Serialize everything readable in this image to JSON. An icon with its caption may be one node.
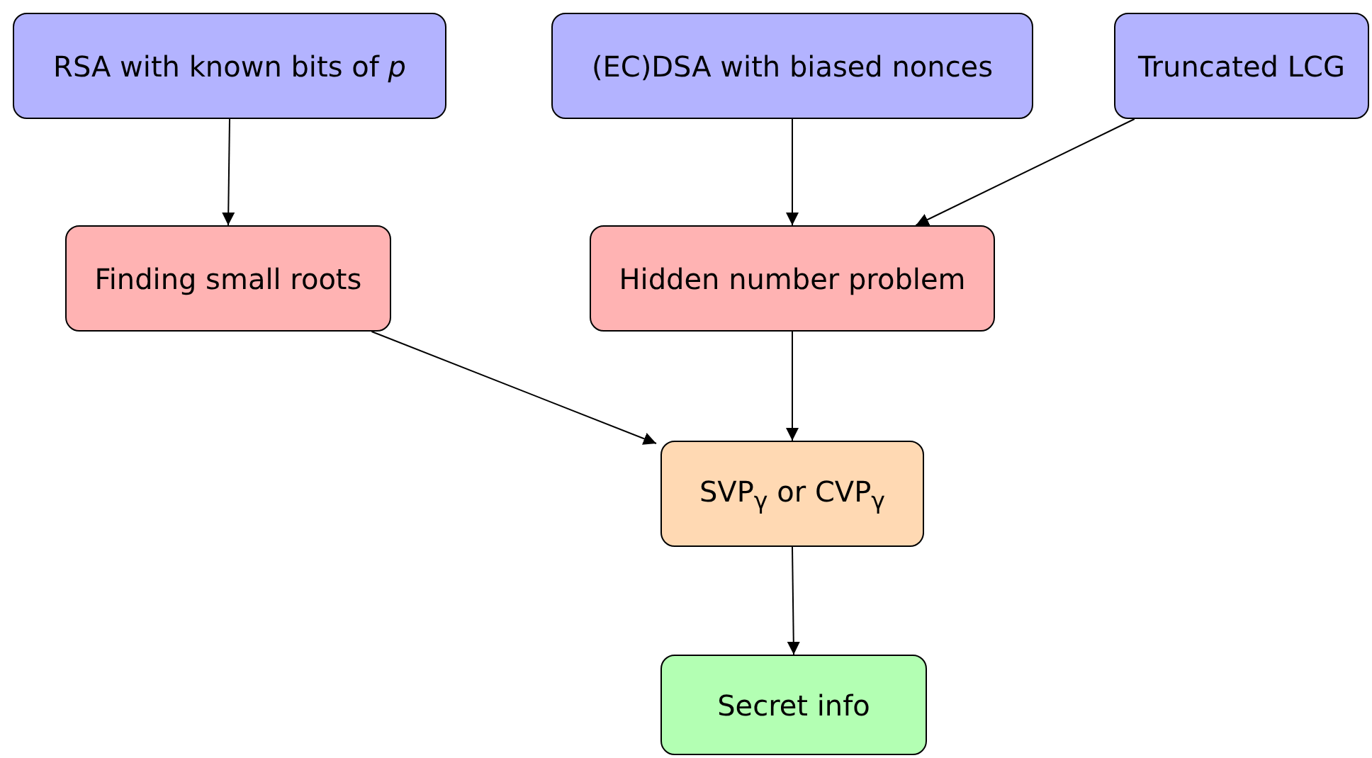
{
  "diagram": {
    "nodes": [
      {
        "text": [
          "RSA with known bits of *p*"
        ]
      },
      {
        "text": [
          "(EC)DSA with biased nonces"
        ]
      },
      {
        "text": [
          "Truncated LCG"
        ]
      },
      {
        "text": [
          "Finding small roots"
        ]
      },
      {
        "text": [
          "Hidden number problem"
        ]
      },
      {
        "text": [
          "SVP$_{γ}$ or CVP$_{γ}$"
        ]
      },
      {
        "text": [
          "Secret info"
        ]
      }
    ],
    "edges": [
      {
        "from": 0,
        "to": 3,
        "arrow": "to"
      },
      {
        "from": 1,
        "to": 4,
        "arrow": "to"
      },
      {
        "from": 2,
        "to": 4,
        "arrow": "to"
      },
      {
        "from": 3,
        "to": 5,
        "arrow": "to"
      },
      {
        "from": 4,
        "to": 5,
        "arrow": "to"
      },
      {
        "from": 5,
        "to": 6,
        "arrow": "to"
      }
    ]
  }
}
